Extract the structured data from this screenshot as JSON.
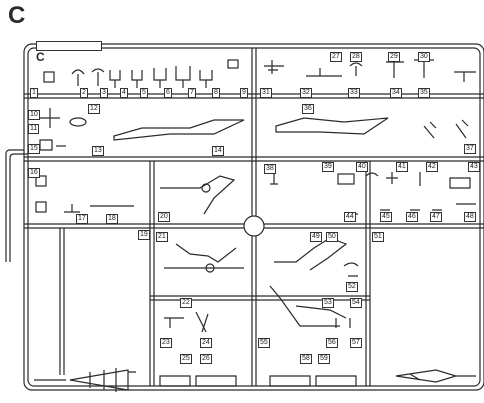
{
  "sheet": {
    "letter": "C"
  },
  "frame": {
    "code": "C",
    "label_text": ""
  },
  "part_numbers": [
    "1",
    "2",
    "3",
    "4",
    "5",
    "6",
    "7",
    "8",
    "9",
    "10",
    "11",
    "12",
    "13",
    "14",
    "15",
    "16",
    "17",
    "18",
    "19",
    "20",
    "21",
    "22",
    "23",
    "24",
    "25",
    "26",
    "27",
    "28",
    "29",
    "30",
    "31",
    "32",
    "33",
    "34",
    "35",
    "36",
    "37",
    "38",
    "39",
    "40",
    "41",
    "42",
    "43",
    "44",
    "45",
    "46",
    "47",
    "48",
    "49",
    "50",
    "51",
    "52",
    "53",
    "54",
    "55",
    "56",
    "57",
    "58",
    "59"
  ],
  "colors": {
    "ink": "#2a2a2a",
    "paper": "#ffffff"
  }
}
